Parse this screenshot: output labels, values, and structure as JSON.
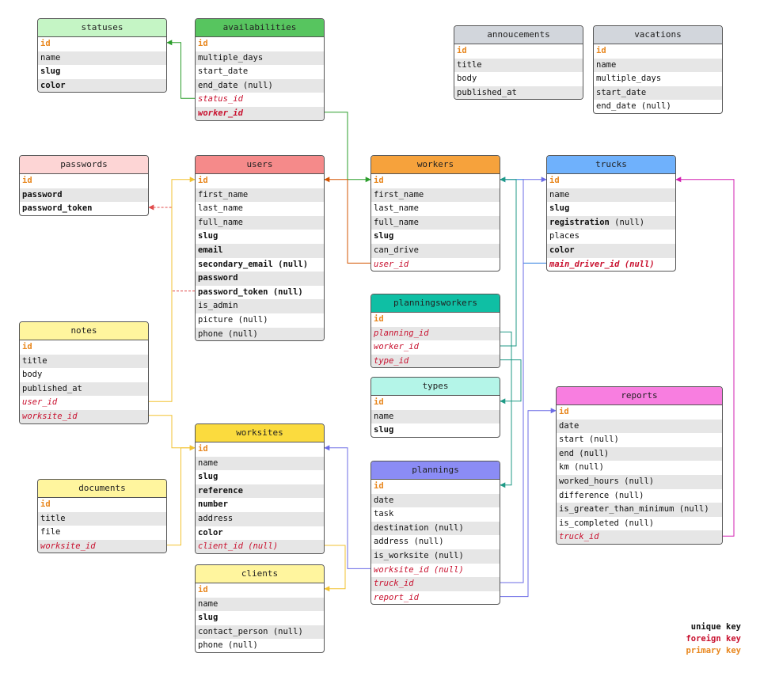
{
  "tables": [
    {
      "key": "statuses",
      "name": "statuses",
      "color": "#c5f5c5",
      "cols": [
        {
          "n": "id",
          "k": "pk"
        },
        {
          "n": "name"
        },
        {
          "n": "slug",
          "k": "uk"
        },
        {
          "n": "color",
          "k": "uk"
        }
      ]
    },
    {
      "key": "availabilities",
      "name": "availabilities",
      "color": "#57c55f",
      "cols": [
        {
          "n": "id",
          "k": "pk"
        },
        {
          "n": "multiple_days"
        },
        {
          "n": "start_date"
        },
        {
          "n": "end_date",
          "s": " (null)"
        },
        {
          "n": "status_id",
          "k": "fk"
        },
        {
          "n": "worker_id",
          "k": "fk uk"
        }
      ]
    },
    {
      "key": "annoucements",
      "name": "annoucements",
      "color": "#d2d6dc",
      "cols": [
        {
          "n": "id",
          "k": "pk"
        },
        {
          "n": "title"
        },
        {
          "n": "body"
        },
        {
          "n": "published_at"
        }
      ]
    },
    {
      "key": "vacations",
      "name": "vacations",
      "color": "#d2d6dc",
      "cols": [
        {
          "n": "id",
          "k": "pk"
        },
        {
          "n": "name"
        },
        {
          "n": "multiple_days"
        },
        {
          "n": "start_date"
        },
        {
          "n": "end_date",
          "s": " (null)"
        }
      ]
    },
    {
      "key": "passwords",
      "name": "passwords",
      "color": "#fdd5d5",
      "cols": [
        {
          "n": "id",
          "k": "pk"
        },
        {
          "n": "password",
          "k": "uk"
        },
        {
          "n": "password_token",
          "k": "uk"
        }
      ]
    },
    {
      "key": "users",
      "name": "users",
      "color": "#f58a8a",
      "cols": [
        {
          "n": "id",
          "k": "pk"
        },
        {
          "n": "first_name"
        },
        {
          "n": "last_name"
        },
        {
          "n": "full_name"
        },
        {
          "n": "slug",
          "k": "uk"
        },
        {
          "n": "email",
          "k": "uk"
        },
        {
          "n": "secondary_email (null)",
          "k": "uk"
        },
        {
          "n": "password",
          "k": "uk"
        },
        {
          "n": "password_token (null)",
          "k": "uk"
        },
        {
          "n": "is_admin"
        },
        {
          "n": "picture",
          "s": " (null)"
        },
        {
          "n": "phone",
          "s": " (null)"
        }
      ]
    },
    {
      "key": "workers",
      "name": "workers",
      "color": "#f6a23c",
      "cols": [
        {
          "n": "id",
          "k": "pk"
        },
        {
          "n": "first_name"
        },
        {
          "n": "last_name"
        },
        {
          "n": "full_name"
        },
        {
          "n": "slug",
          "k": "uk"
        },
        {
          "n": "can_drive"
        },
        {
          "n": "user_id",
          "k": "fk"
        }
      ]
    },
    {
      "key": "trucks",
      "name": "trucks",
      "color": "#6fb1fc",
      "cols": [
        {
          "n": "id",
          "k": "pk"
        },
        {
          "n": "name"
        },
        {
          "n": "slug",
          "k": "uk"
        },
        {
          "n": "registration",
          "k": "uk",
          "s": " (null)"
        },
        {
          "n": "places"
        },
        {
          "n": "color",
          "k": "uk"
        },
        {
          "n": "main_driver_id (null)",
          "k": "fk uk"
        }
      ]
    },
    {
      "key": "notes",
      "name": "notes",
      "color": "#fff59e",
      "cols": [
        {
          "n": "id",
          "k": "pk"
        },
        {
          "n": "title"
        },
        {
          "n": "body"
        },
        {
          "n": "published_at"
        },
        {
          "n": "user_id",
          "k": "fk"
        },
        {
          "n": "worksite_id",
          "k": "fk"
        }
      ]
    },
    {
      "key": "planningsworkers",
      "name": "planningsworkers",
      "color": "#0fbfa4",
      "cols": [
        {
          "n": "id",
          "k": "pk"
        },
        {
          "n": "planning_id",
          "k": "fk"
        },
        {
          "n": "worker_id",
          "k": "fk"
        },
        {
          "n": "type_id",
          "k": "fk"
        }
      ]
    },
    {
      "key": "types",
      "name": "types",
      "color": "#b4f5e8",
      "cols": [
        {
          "n": "id",
          "k": "pk"
        },
        {
          "n": "name"
        },
        {
          "n": "slug",
          "k": "uk"
        }
      ]
    },
    {
      "key": "worksites",
      "name": "worksites",
      "color": "#fbdb3e",
      "cols": [
        {
          "n": "id",
          "k": "pk"
        },
        {
          "n": "name"
        },
        {
          "n": "slug",
          "k": "uk"
        },
        {
          "n": "reference",
          "k": "uk"
        },
        {
          "n": "number",
          "k": "uk"
        },
        {
          "n": "address"
        },
        {
          "n": "color",
          "k": "uk"
        },
        {
          "n": "client_id (null)",
          "k": "fk"
        }
      ]
    },
    {
      "key": "reports",
      "name": "reports",
      "color": "#f87ee0",
      "cols": [
        {
          "n": "id",
          "k": "pk"
        },
        {
          "n": "date"
        },
        {
          "n": "start",
          "s": " (null)"
        },
        {
          "n": "end",
          "s": " (null)"
        },
        {
          "n": "km",
          "s": " (null)"
        },
        {
          "n": "worked_hours",
          "s": " (null)"
        },
        {
          "n": "difference",
          "s": " (null)"
        },
        {
          "n": "is_greater_than_minimum",
          "s": " (null)"
        },
        {
          "n": "is_completed",
          "s": " (null)"
        },
        {
          "n": "truck_id",
          "k": "fk"
        }
      ]
    },
    {
      "key": "documents",
      "name": "documents",
      "color": "#fff59e",
      "cols": [
        {
          "n": "id",
          "k": "pk"
        },
        {
          "n": "title"
        },
        {
          "n": "file"
        },
        {
          "n": "worksite_id",
          "k": "fk"
        }
      ]
    },
    {
      "key": "plannings",
      "name": "plannings",
      "color": "#8b8cf5",
      "cols": [
        {
          "n": "id",
          "k": "pk"
        },
        {
          "n": "date"
        },
        {
          "n": "task"
        },
        {
          "n": "destination",
          "s": " (null)"
        },
        {
          "n": "address",
          "s": " (null)"
        },
        {
          "n": "is_worksite",
          "s": " (null)"
        },
        {
          "n": "worksite_id (null)",
          "k": "fk"
        },
        {
          "n": "truck_id",
          "k": "fk"
        },
        {
          "n": "report_id",
          "k": "fk"
        }
      ]
    },
    {
      "key": "clients",
      "name": "clients",
      "color": "#fff59e",
      "cols": [
        {
          "n": "id",
          "k": "pk"
        },
        {
          "n": "name"
        },
        {
          "n": "slug",
          "k": "uk"
        },
        {
          "n": "contact_person",
          "s": " (null)"
        },
        {
          "n": "phone",
          "s": " (null)"
        }
      ]
    }
  ],
  "legend": {
    "unique": "unique key",
    "unique_color": "#111111",
    "foreign": "foreign key",
    "foreign_color": "#c8102e",
    "primary": "primary key",
    "primary_color": "#e8871e"
  },
  "links": [
    {
      "from": "availabilities.status_id",
      "to": "statuses.id",
      "color": "#2a9d2a"
    },
    {
      "from": "availabilities.worker_id",
      "to": "workers.id",
      "color": "#2a9d2a"
    },
    {
      "from": "users.password_token",
      "to": "passwords.password_token",
      "color": "#e04b4b"
    },
    {
      "from": "workers.user_id",
      "to": "users.id",
      "color": "#d35400"
    },
    {
      "from": "trucks.main_driver_id",
      "to": "workers.id",
      "color": "#2f7fe0"
    },
    {
      "from": "notes.user_id",
      "to": "users.id",
      "color": "#f2c230"
    },
    {
      "from": "notes.worksite_id",
      "to": "worksites.id",
      "color": "#f2c230"
    },
    {
      "from": "planningsworkers.worker_id",
      "to": "workers.id",
      "color": "#1f9a86"
    },
    {
      "from": "planningsworkers.type_id",
      "to": "types.id",
      "color": "#1f9a86"
    },
    {
      "from": "planningsworkers.planning_id",
      "to": "plannings.id",
      "color": "#1f9a86"
    },
    {
      "from": "documents.worksite_id",
      "to": "worksites.id",
      "color": "#f2c230"
    },
    {
      "from": "worksites.client_id",
      "to": "clients.id",
      "color": "#f2c230"
    },
    {
      "from": "plannings.worksite_id",
      "to": "worksites.id",
      "color": "#6b6be6"
    },
    {
      "from": "plannings.truck_id",
      "to": "trucks.id",
      "color": "#6b6be6"
    },
    {
      "from": "plannings.report_id",
      "to": "reports.id",
      "color": "#6b6be6"
    },
    {
      "from": "reports.truck_id",
      "to": "trucks.id",
      "color": "#d21fb0"
    }
  ]
}
